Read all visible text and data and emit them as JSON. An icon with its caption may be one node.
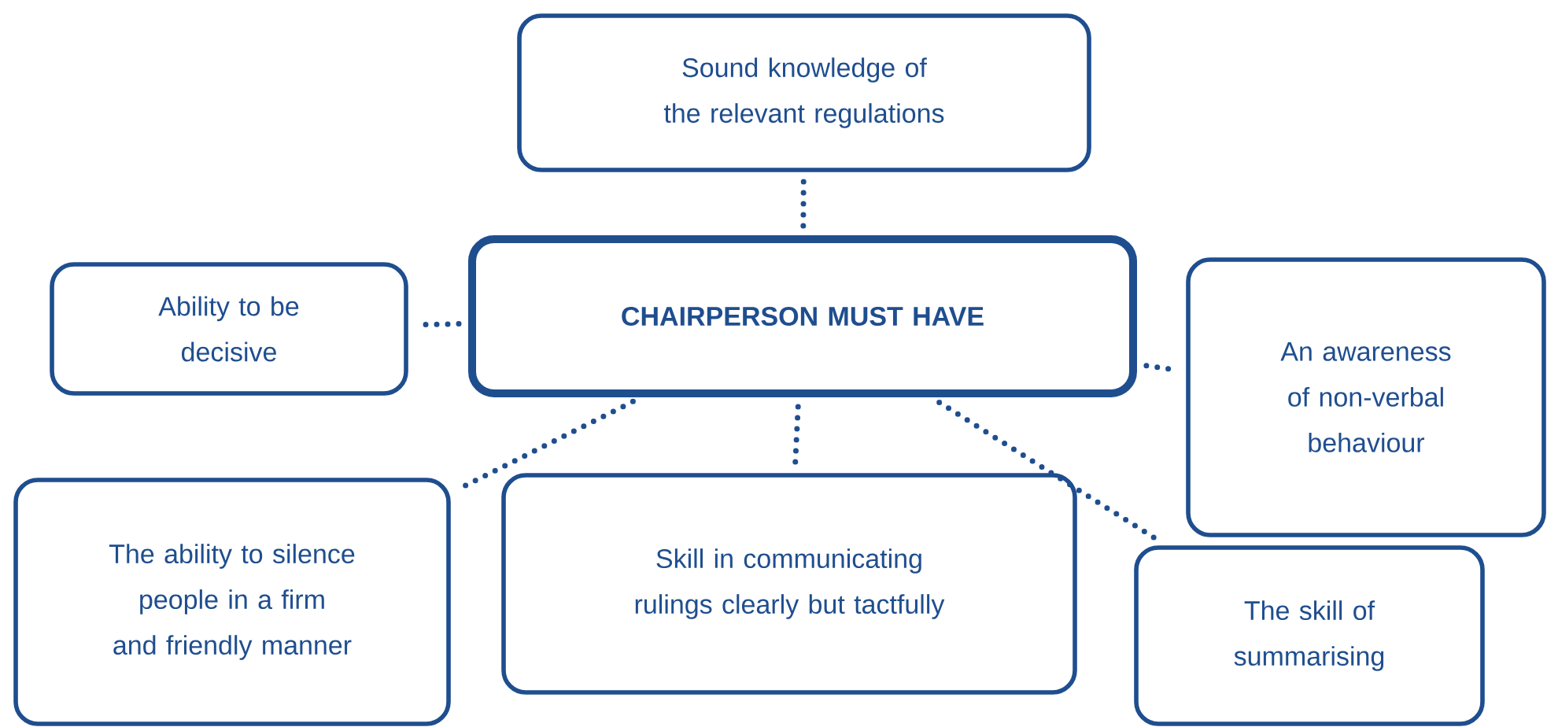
{
  "diagram": {
    "nodes": [
      {
        "text": [
          "CHAIRPERSON MUST HAVE"
        ]
      },
      {
        "text": [
          "Sound knowledge of the relevant regulations"
        ]
      },
      {
        "text": [
          "Ability to be decisive"
        ]
      },
      {
        "text": [
          "An awareness of non-verbal behaviour"
        ]
      },
      {
        "text": [
          "The ability to silence people in a firm and friendly manner"
        ]
      },
      {
        "text": [
          "Skill in communicating rulings clearly but tactfully"
        ]
      },
      {
        "text": [
          "The skill of summarising"
        ]
      }
    ],
    "edges": [
      {
        "from": 0,
        "to": 1,
        "arrow": "none"
      },
      {
        "from": 0,
        "to": 2,
        "arrow": "none"
      },
      {
        "from": 0,
        "to": 3,
        "arrow": "none"
      },
      {
        "from": 0,
        "to": 4,
        "arrow": "none"
      },
      {
        "from": 0,
        "to": 5,
        "arrow": "none"
      },
      {
        "from": 0,
        "to": 6,
        "arrow": "none"
      }
    ]
  }
}
